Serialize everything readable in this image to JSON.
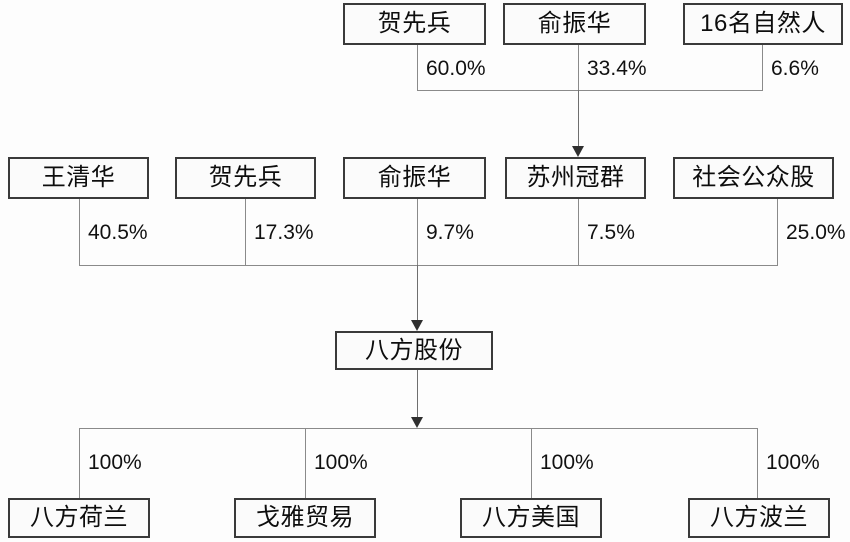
{
  "diagram": {
    "title": "",
    "accent_color": "#3a3a3a",
    "line_color": "#8a8a8a",
    "tiers": {
      "tier1": {
        "name": "top-shareholders",
        "nodes": [
          {
            "id": "he-xianbing-top",
            "label": "贺先兵",
            "percent": "60.0%"
          },
          {
            "id": "yu-zhenhua-top",
            "label": "俞振华",
            "percent": "33.4%"
          },
          {
            "id": "sixteen-natural-persons",
            "label": "16名自然人",
            "percent": "6.6%"
          }
        ],
        "target": "suzhou-guanqun"
      },
      "tier2": {
        "name": "direct-shareholders",
        "nodes": [
          {
            "id": "wang-qinghua",
            "label": "王清华",
            "percent": "40.5%"
          },
          {
            "id": "he-xianbing",
            "label": "贺先兵",
            "percent": "17.3%"
          },
          {
            "id": "yu-zhenhua",
            "label": "俞振华",
            "percent": "9.7%"
          },
          {
            "id": "suzhou-guanqun",
            "label": "苏州冠群",
            "percent": "7.5%"
          },
          {
            "id": "public-shares",
            "label": "社会公众股",
            "percent": "25.0%"
          }
        ],
        "target": "bafang-shares"
      },
      "tier3": {
        "name": "listed-company",
        "nodes": [
          {
            "id": "bafang-shares",
            "label": "八方股份"
          }
        ]
      },
      "tier4": {
        "name": "subsidiaries",
        "nodes": [
          {
            "id": "bafang-netherlands",
            "label": "八方荷兰",
            "percent": "100%"
          },
          {
            "id": "geya-trading",
            "label": "戈雅贸易",
            "percent": "100%"
          },
          {
            "id": "bafang-usa",
            "label": "八方美国",
            "percent": "100%"
          },
          {
            "id": "bafang-poland",
            "label": "八方波兰",
            "percent": "100%"
          }
        ]
      }
    }
  }
}
